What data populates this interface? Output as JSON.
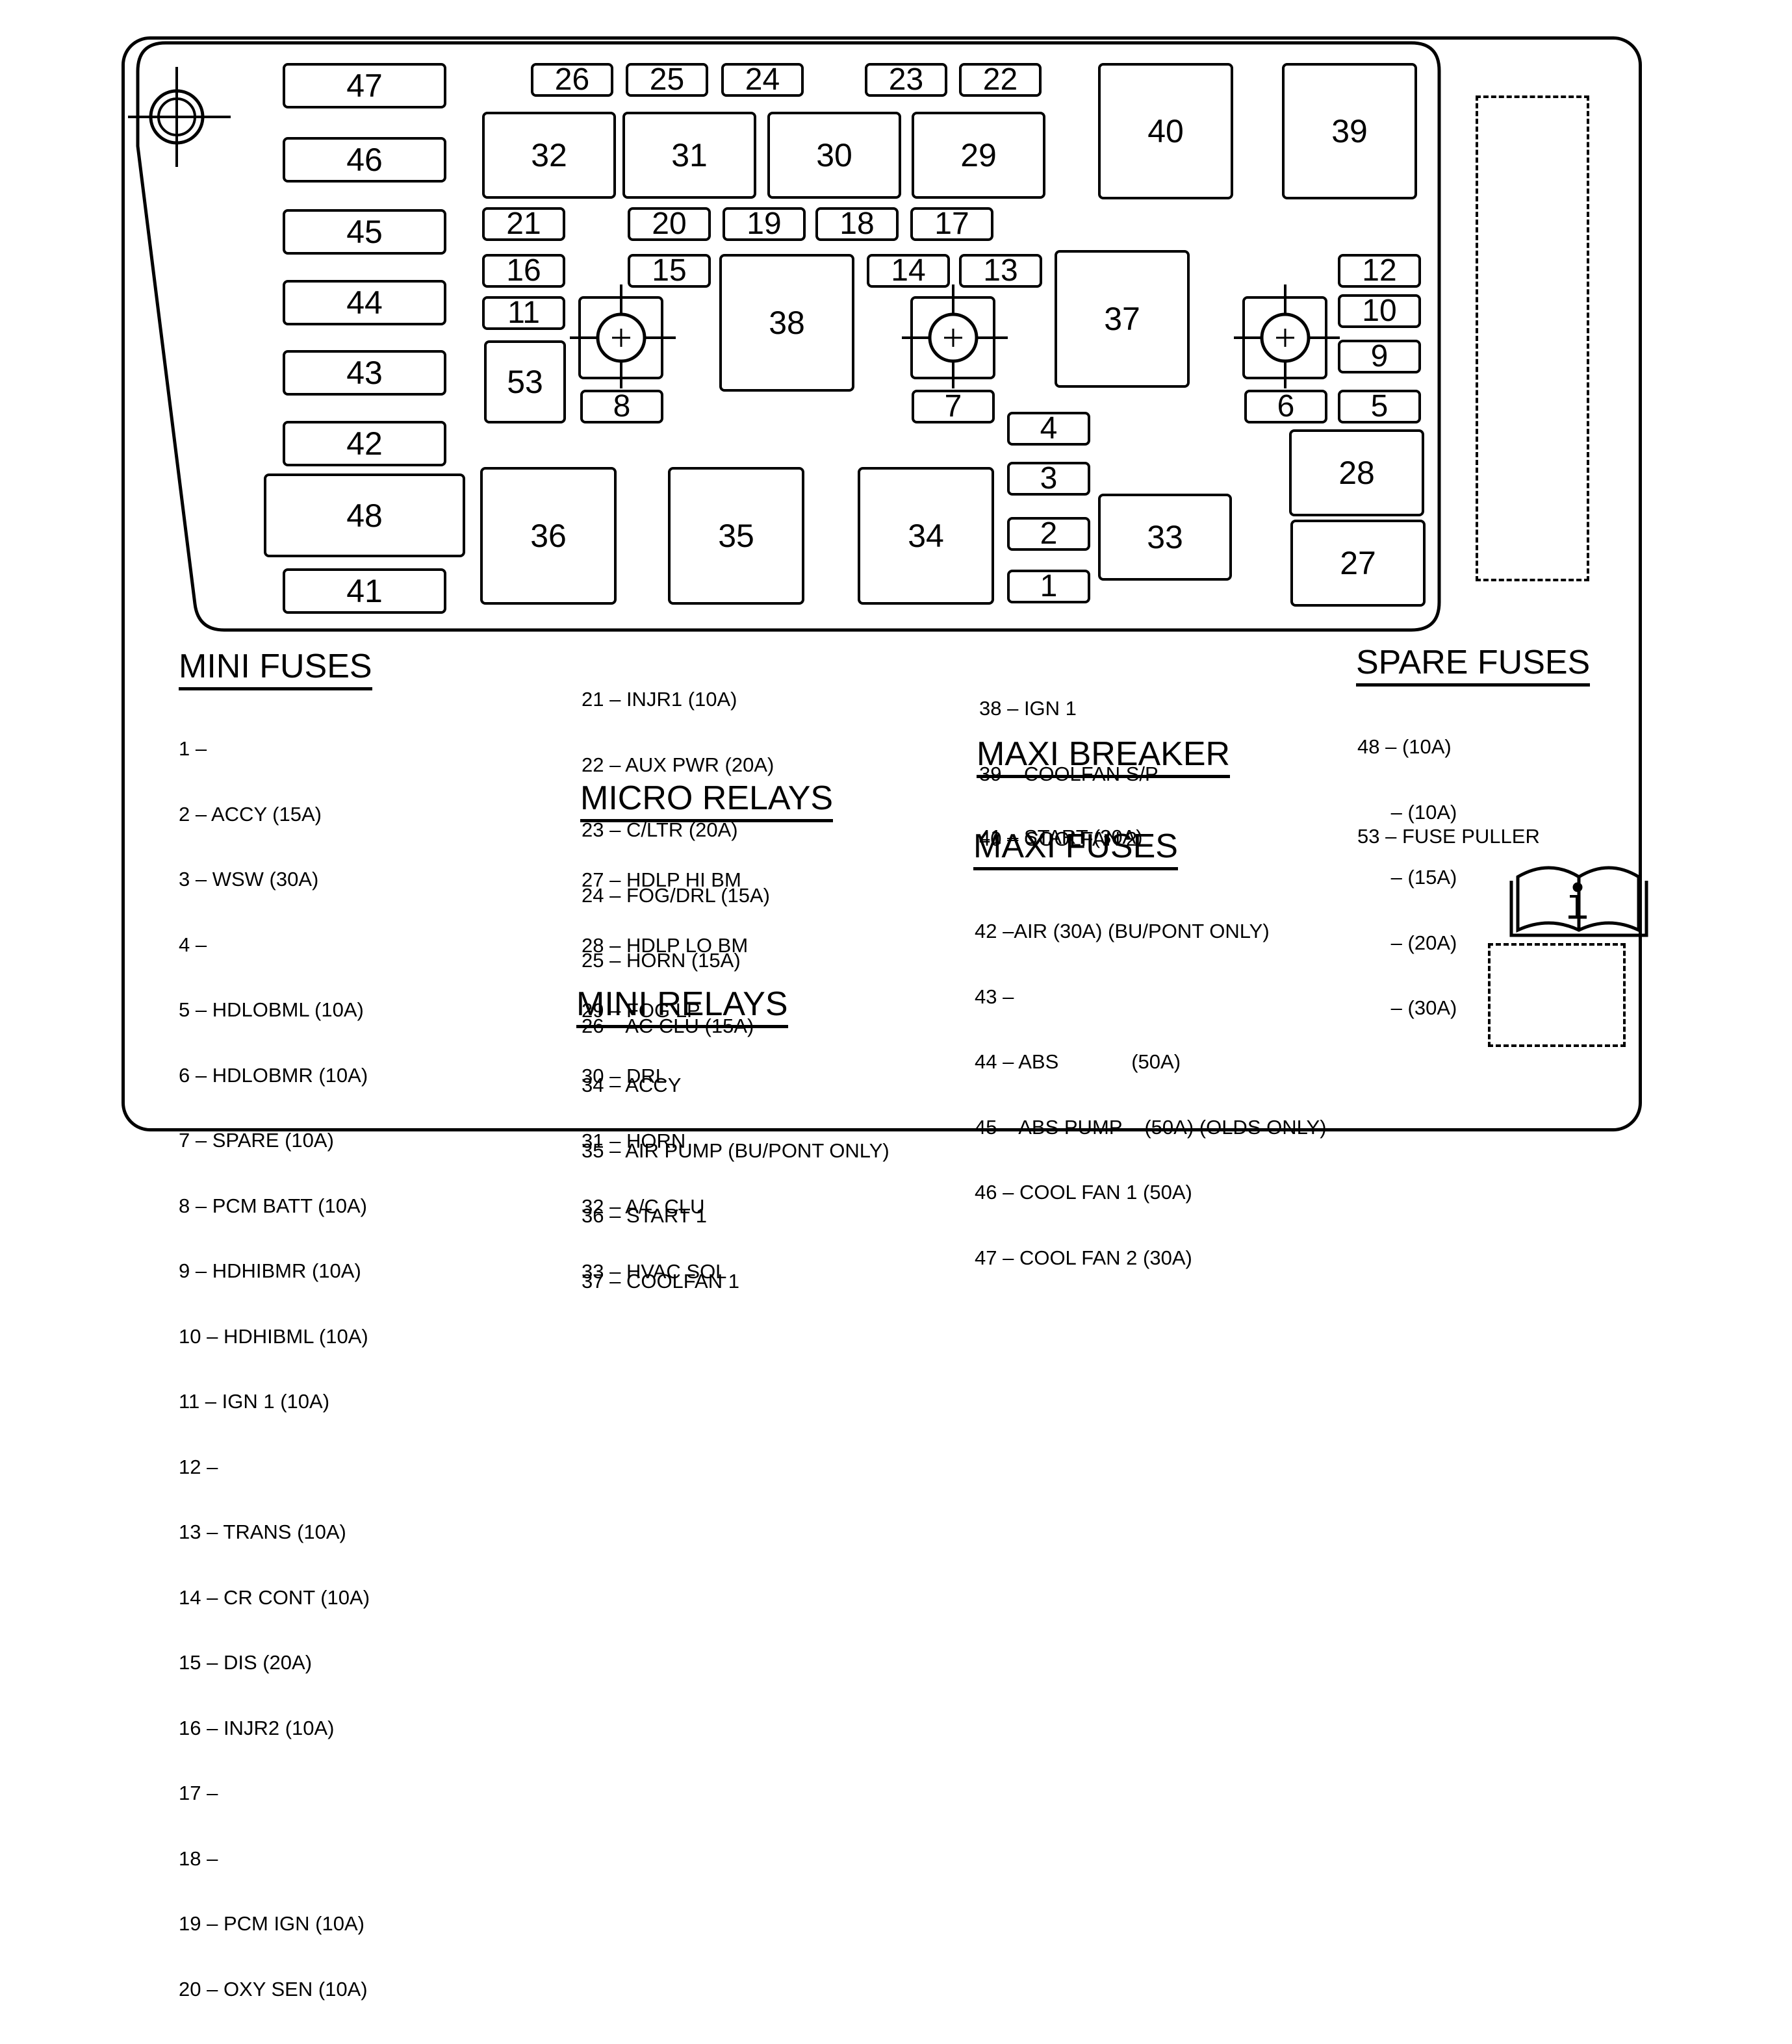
{
  "fusebox": {
    "cells": [
      "1",
      "2",
      "3",
      "4",
      "5",
      "6",
      "7",
      "8",
      "9",
      "10",
      "11",
      "12",
      "13",
      "14",
      "15",
      "16",
      "17",
      "18",
      "19",
      "20",
      "21",
      "22",
      "23",
      "24",
      "25",
      "26",
      "27",
      "28",
      "29",
      "30",
      "31",
      "32",
      "33",
      "34",
      "35",
      "36",
      "37",
      "38",
      "39",
      "40",
      "41",
      "42",
      "43",
      "44",
      "45",
      "46",
      "47",
      "48",
      "53"
    ]
  },
  "legend": {
    "mini_fuses": {
      "heading": "MINI FUSES",
      "items": [
        "1 –",
        "2 – ACCY (15A)",
        "3 – WSW (30A)",
        "4 –",
        "5 – HDLOBML (10A)",
        "6 – HDLOBMR (10A)",
        "7 – SPARE (10A)",
        "8 – PCM BATT (10A)",
        "9 – HDHIBMR (10A)",
        "10 – HDHIBML (10A)",
        "11 – IGN 1 (10A)",
        "12 –",
        "13 – TRANS (10A)",
        "14 – CR CONT (10A)",
        "15 – DIS (20A)",
        "16 – INJR2 (10A)",
        "17 –",
        "18 –",
        "19 – PCM IGN (10A)",
        "20 – OXY SEN (10A)"
      ],
      "items_cont": [
        "21 – INJR1 (10A)",
        "22 – AUX PWR (20A)",
        "23 – C/LTR (20A)",
        "24 – FOG/DRL (15A)",
        "25 – HORN (15A)",
        "26 – AC CLU (15A)"
      ]
    },
    "micro_relays": {
      "heading": "MICRO RELAYS",
      "items": [
        "27 – HDLP HI BM",
        "28 – HDLP LO BM",
        "29 – FOG LP",
        "30 – DRL",
        "31 – HORN",
        "32 – A/C CLU",
        "33 – HVAC SOL"
      ]
    },
    "mini_relays": {
      "heading": "MINI RELAYS",
      "items": [
        "34 – ACCY",
        "35 – AIR PUMP (BU/PONT ONLY)",
        "36 – START 1",
        "37 – COOLFAN 1"
      ],
      "items_cont": [
        "38 – IGN 1",
        "39 – COOLFAN S/P",
        "40 – COOLFAN 2"
      ]
    },
    "maxi_breaker": {
      "heading": "MAXI BREAKER",
      "items": [
        "41 – START (30A)"
      ]
    },
    "maxi_fuses": {
      "heading": "MAXI FUSES",
      "items": [
        "42 –AIR (30A) (BU/PONT ONLY)",
        "43 –",
        "44 – ABS             (50A)",
        "45 – ABS PUMP    (50A) (OLDS ONLY)",
        "46 – COOL FAN 1 (50A)",
        "47 – COOL FAN 2 (30A)"
      ]
    },
    "spare_fuses": {
      "heading": "SPARE FUSES",
      "items": [
        "48 – (10A)",
        "      – (10A)",
        "      – (15A)",
        "      – (20A)",
        "      – (30A)"
      ],
      "fuse_puller": "53 – FUSE PULLER"
    }
  },
  "icons": {
    "manual": "manual-book-info-icon",
    "mount": "mounting-bolt-icon"
  }
}
